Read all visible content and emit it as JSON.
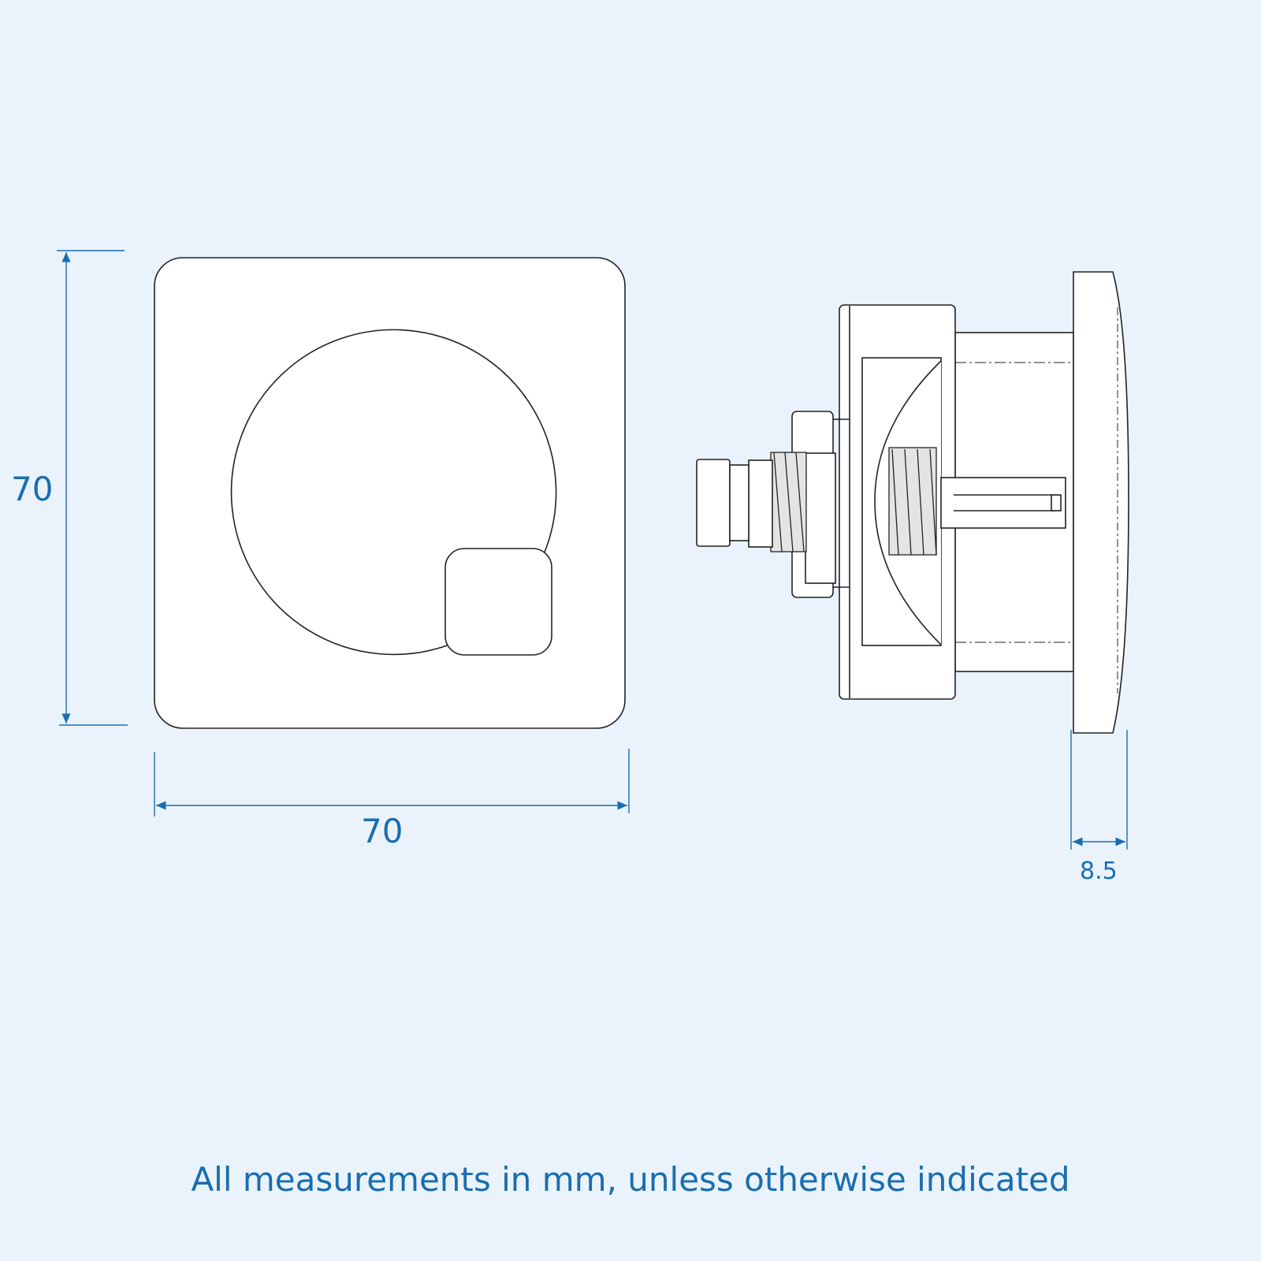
{
  "dimensions": {
    "height": "70",
    "width": "70",
    "depth": "8.5"
  },
  "note": "All measurements in mm, unless otherwise indicated",
  "colors": {
    "background": "#eaf3fc",
    "dimension": "#1a6db0",
    "outline": "#222222"
  }
}
